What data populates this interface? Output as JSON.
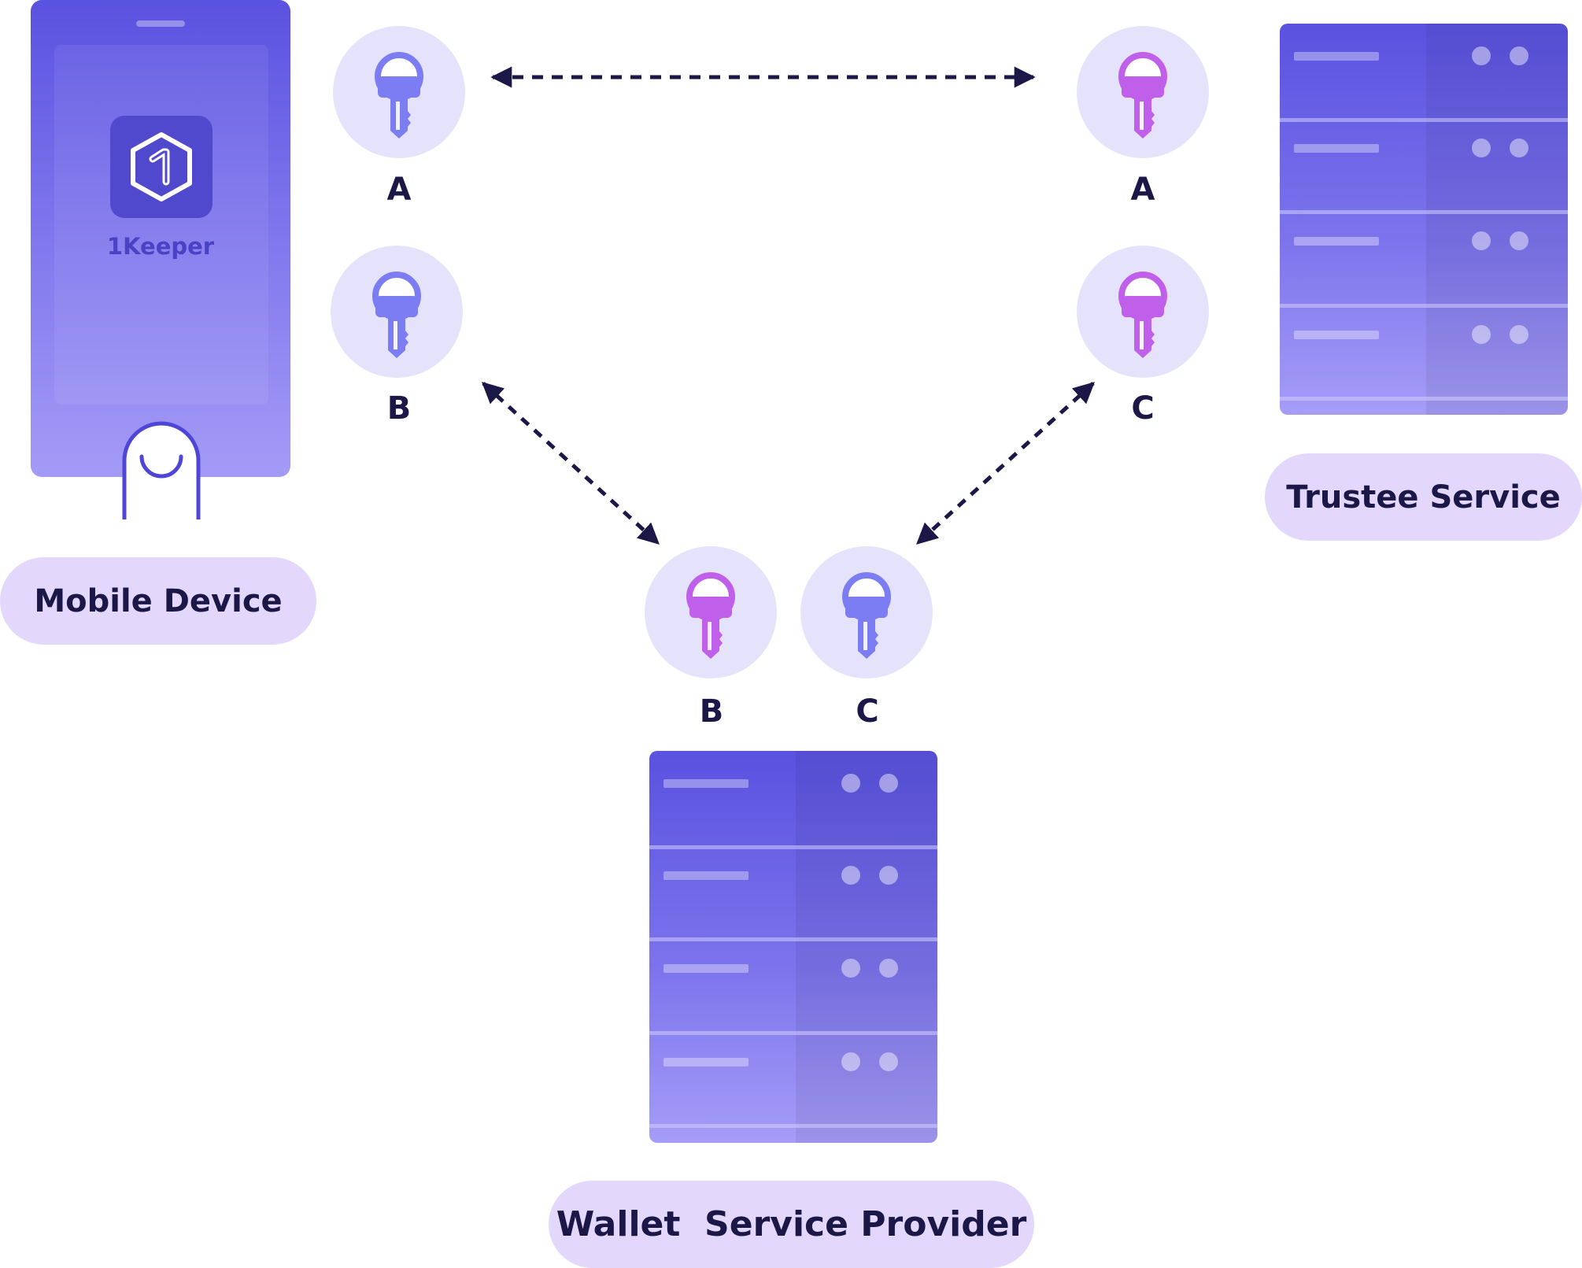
{
  "colors": {
    "ink": "#1b1747",
    "key_blue": "#7c7cf3",
    "key_purple": "#c060ea",
    "key_bg": "#e4e3fb",
    "pill_bg": "#e3d8fb",
    "device_top": "#5a52e0",
    "device_bottom": "#a49bf6"
  },
  "nodes": {
    "mobile": {
      "label": "Mobile Device",
      "app_name": "1Keeper",
      "app_icon": "hexagon-one-icon"
    },
    "trustee": {
      "label": "Trustee Service"
    },
    "provider": {
      "label": "Wallet  Service Provider"
    }
  },
  "keys": {
    "mobile": [
      {
        "label": "A",
        "color": "blue",
        "icon": "key-icon"
      },
      {
        "label": "B",
        "color": "blue",
        "icon": "key-icon"
      }
    ],
    "trustee": [
      {
        "label": "A",
        "color": "purple",
        "icon": "key-icon"
      },
      {
        "label": "C",
        "color": "purple",
        "icon": "key-icon"
      }
    ],
    "provider": [
      {
        "label": "B",
        "color": "purple",
        "icon": "key-icon"
      },
      {
        "label": "C",
        "color": "blue",
        "icon": "key-icon"
      }
    ]
  },
  "links": [
    {
      "from": "mobile.A",
      "to": "trustee.A",
      "style": "dashed",
      "arrows": "both"
    },
    {
      "from": "mobile.B",
      "to": "provider.B",
      "style": "dashed",
      "arrows": "both"
    },
    {
      "from": "trustee.C",
      "to": "provider.C",
      "style": "dashed",
      "arrows": "both"
    }
  ]
}
